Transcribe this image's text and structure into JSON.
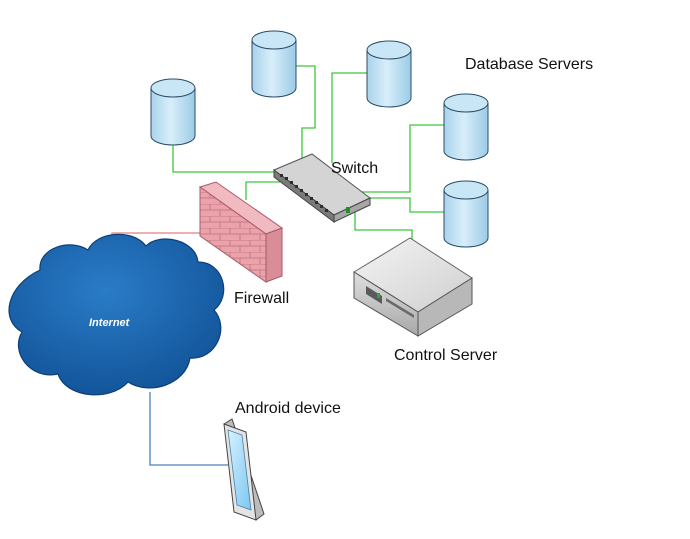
{
  "diagram": {
    "labels": {
      "database_servers": "Database Servers",
      "switch": "Switch",
      "firewall": "Firewall",
      "control_server": "Control Server",
      "android_device": "Android device",
      "internet": "Internet"
    },
    "nodes": [
      {
        "id": "internet",
        "type": "cloud"
      },
      {
        "id": "firewall",
        "type": "firewall"
      },
      {
        "id": "switch",
        "type": "network-switch"
      },
      {
        "id": "db1",
        "type": "database"
      },
      {
        "id": "db2",
        "type": "database"
      },
      {
        "id": "db3",
        "type": "database"
      },
      {
        "id": "db4",
        "type": "database"
      },
      {
        "id": "db5",
        "type": "database"
      },
      {
        "id": "control-server",
        "type": "server"
      },
      {
        "id": "android-device",
        "type": "mobile-device"
      }
    ],
    "edges": [
      {
        "from": "internet",
        "to": "firewall",
        "color": "#e08080"
      },
      {
        "from": "internet",
        "to": "android-device",
        "color": "#4a7fc0"
      },
      {
        "from": "firewall",
        "to": "switch",
        "color": "#3cc83c"
      },
      {
        "from": "switch",
        "to": "db1",
        "color": "#3cc83c"
      },
      {
        "from": "switch",
        "to": "db2",
        "color": "#3cc83c"
      },
      {
        "from": "switch",
        "to": "db3",
        "color": "#3cc83c"
      },
      {
        "from": "switch",
        "to": "db4",
        "color": "#3cc83c"
      },
      {
        "from": "switch",
        "to": "db5",
        "color": "#3cc83c"
      },
      {
        "from": "switch",
        "to": "control-server",
        "color": "#3cc83c"
      }
    ],
    "colors": {
      "link_lan": "#3cc83c",
      "link_wan": "#e08080",
      "link_mobile": "#4a7fc0",
      "cloud": "#1a66b0",
      "firewall": "#e8a4ad",
      "database": "#b8dcf0"
    }
  }
}
